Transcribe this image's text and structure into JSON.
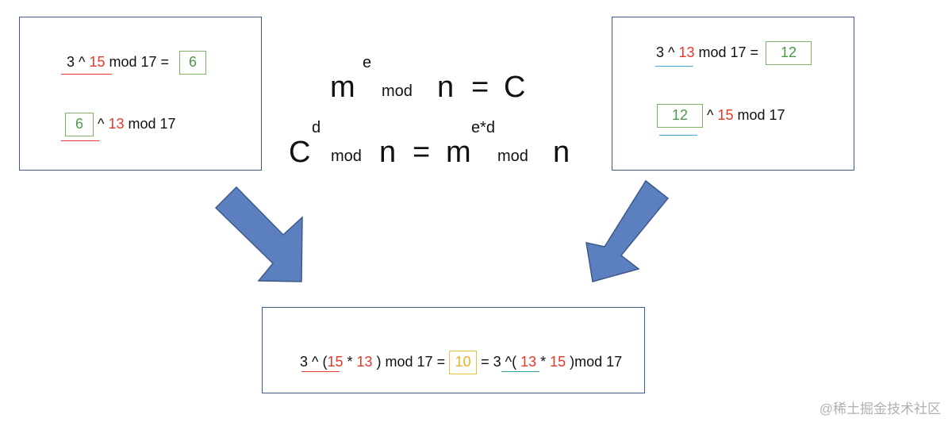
{
  "left_box": {
    "line1": {
      "base": "3 ^ ",
      "exp": "15",
      "mod": " mod 17 = ",
      "result": "6"
    },
    "line2": {
      "base": "6",
      "op": " ^ ",
      "exp": "13",
      "mod": " mod 17"
    }
  },
  "right_box": {
    "line1": {
      "base": "3 ^ ",
      "exp": "13",
      "mod": " mod 17 = ",
      "result": "12"
    },
    "line2": {
      "base": "12",
      "op": " ^ ",
      "exp": "15",
      "mod": " mod 17"
    }
  },
  "center": {
    "eq1": {
      "m": "m",
      "e": "e",
      "mod": "mod",
      "n": "n",
      "eq": "=",
      "c": "C"
    },
    "eq2": {
      "c": "C",
      "d": "d",
      "mod": "mod",
      "n": "n",
      "eq": "=",
      "m": "m",
      "ed": "e*d",
      "mod2": "mod",
      "n2": "n"
    }
  },
  "bottom_box": {
    "p1": "3 ^ (",
    "a": "15",
    "star1": " * ",
    "b": "13",
    "p2": " ) mod 17 = ",
    "result": "10",
    "p3": " = 3 ^( ",
    "c": "13",
    "star2": " * ",
    "d": "15",
    "p4": " )mod 17"
  },
  "colors": {
    "exponent": "#e8382b",
    "intermediate": "#4a9a4a",
    "final": "#e8b21f",
    "box_border": "#3d5a8a",
    "arrow_fill": "#5b7fbf",
    "arrow_stroke": "#3d5a8a"
  },
  "watermark": "@稀土掘金技术社区"
}
